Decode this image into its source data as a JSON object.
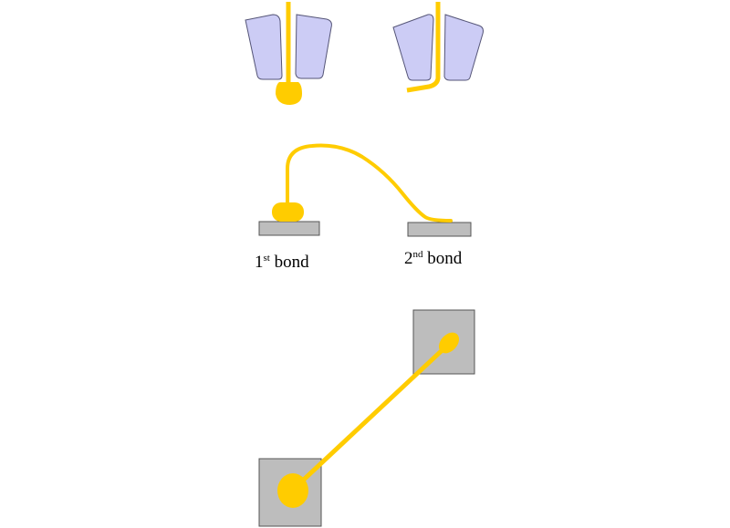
{
  "labels": {
    "first_bond": {
      "number": "1",
      "ordinal": "st",
      "word": "bond"
    },
    "second_bond": {
      "number": "2",
      "ordinal": "nd",
      "word": "bond"
    }
  },
  "colors": {
    "gold_wire": "#FFCC00",
    "capillary": "#CCCCF5",
    "capillary_outline": "#555577",
    "pad": "#BDBDBD",
    "pad_outline": "#555555"
  }
}
